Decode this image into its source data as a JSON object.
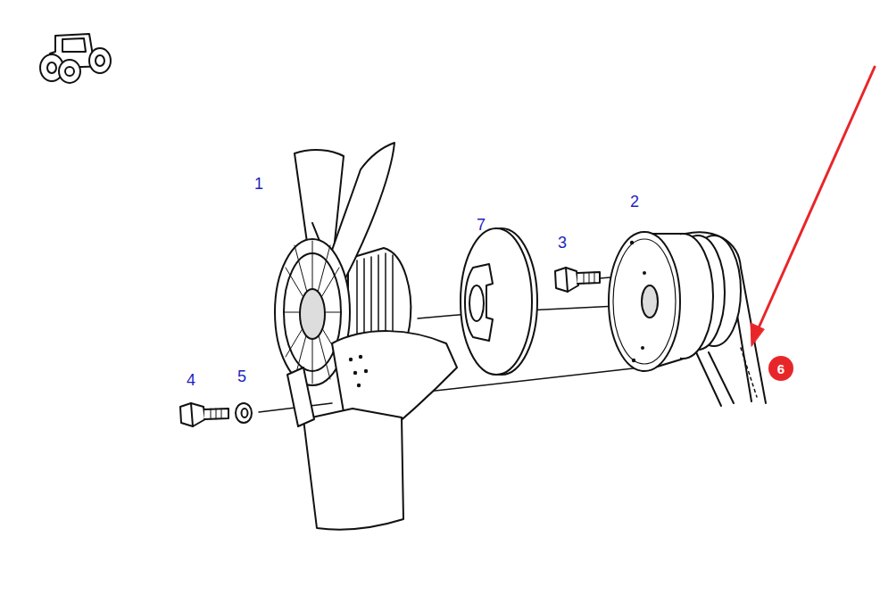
{
  "diagram": {
    "nodes": [
      {
        "text": [
          "6"
        ]
      }
    ],
    "labels": [
      "1",
      "2",
      "7",
      "3",
      "4",
      "5"
    ]
  }
}
